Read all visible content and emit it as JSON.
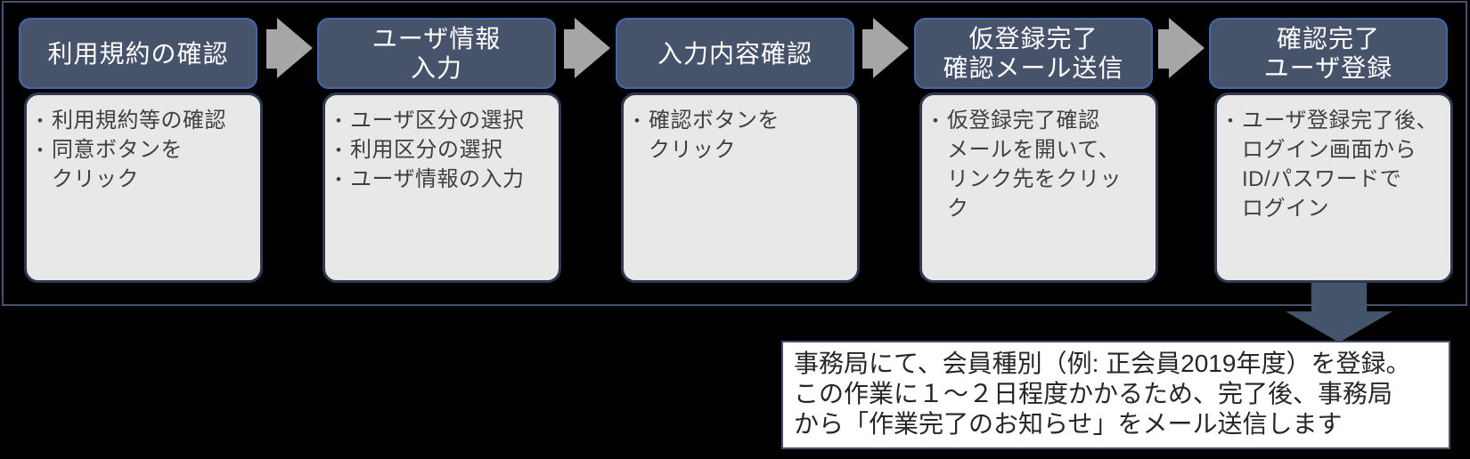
{
  "diagram": {
    "title_semantic": "user-registration-process-flow",
    "steps": [
      {
        "title": "利用規約の確認",
        "bullets": [
          "利用規約等の確認",
          "同意ボタンを\nクリック"
        ]
      },
      {
        "title": "ユーザ情報\n入力",
        "bullets": [
          "ユーザ区分の選択",
          "利用区分の選択",
          "ユーザ情報の入力"
        ]
      },
      {
        "title": "入力内容確認",
        "bullets": [
          "確認ボタンを\nクリック"
        ]
      },
      {
        "title": "仮登録完了\n確認メール送信",
        "bullets": [
          "仮登録完了確認\nメールを開いて、\nリンク先をクリッ\nク"
        ]
      },
      {
        "title": "確認完了\nユーザ登録",
        "bullets": [
          "ユーザ登録完了後、\nログイン画面から\nID/パスワードで\nログイン"
        ]
      }
    ],
    "bullet_marker": "•"
  },
  "note": {
    "lines": [
      "事務局にて、会員種別（例: 正会員2019年度）を登録。",
      "この作業に１～２日程度かかるため、完了後、事務局",
      "から「作業完了のお知らせ」をメール送信します"
    ]
  },
  "colors": {
    "background": "#000000",
    "frame_border": "#44546A",
    "step_header_fill": "#47536B",
    "step_header_border": "#4068A8",
    "step_body_fill": "#E8E8E9",
    "step_body_border": "#2E3A52",
    "step_body_text": "#3F3F3F",
    "connector_arrow": "#A6A6A6",
    "down_arrow": "#44546A",
    "note_background": "#FFFFFF",
    "note_border": "#44546A",
    "note_text": "#262626"
  }
}
